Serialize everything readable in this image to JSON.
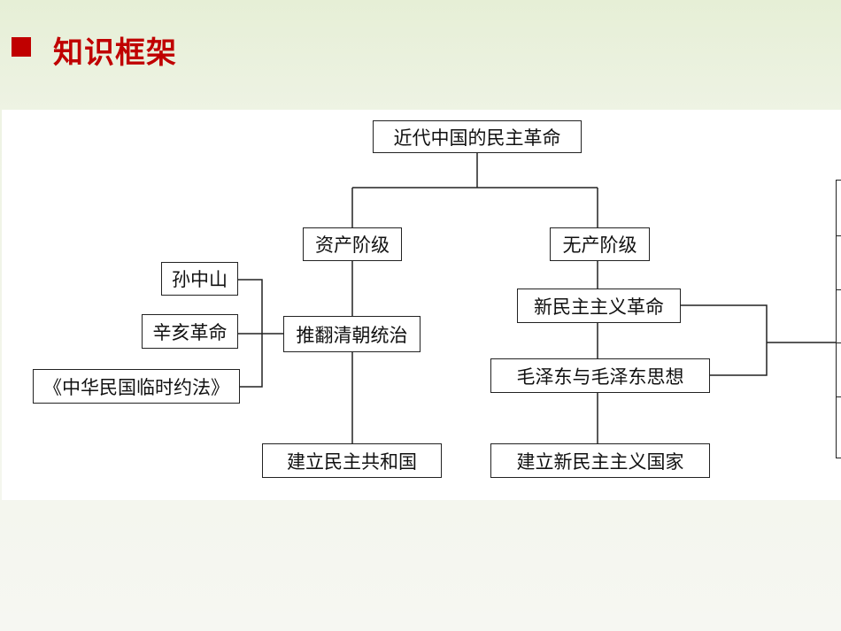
{
  "header": {
    "title": "知识框架",
    "accent": "#c00000"
  },
  "diagram": {
    "root": "近代中国的民主革命",
    "left": {
      "class": "资产阶级",
      "goal": "推翻清朝统治",
      "causes": [
        "孙中山",
        "辛亥革命",
        "《中华民国临时约法》"
      ],
      "result": "建立民主共和国"
    },
    "right": {
      "class": "无产阶级",
      "revolution": "新民主主义革命",
      "leader": "毛泽东与毛泽东思想",
      "result": "建立新民主主义国家"
    }
  }
}
